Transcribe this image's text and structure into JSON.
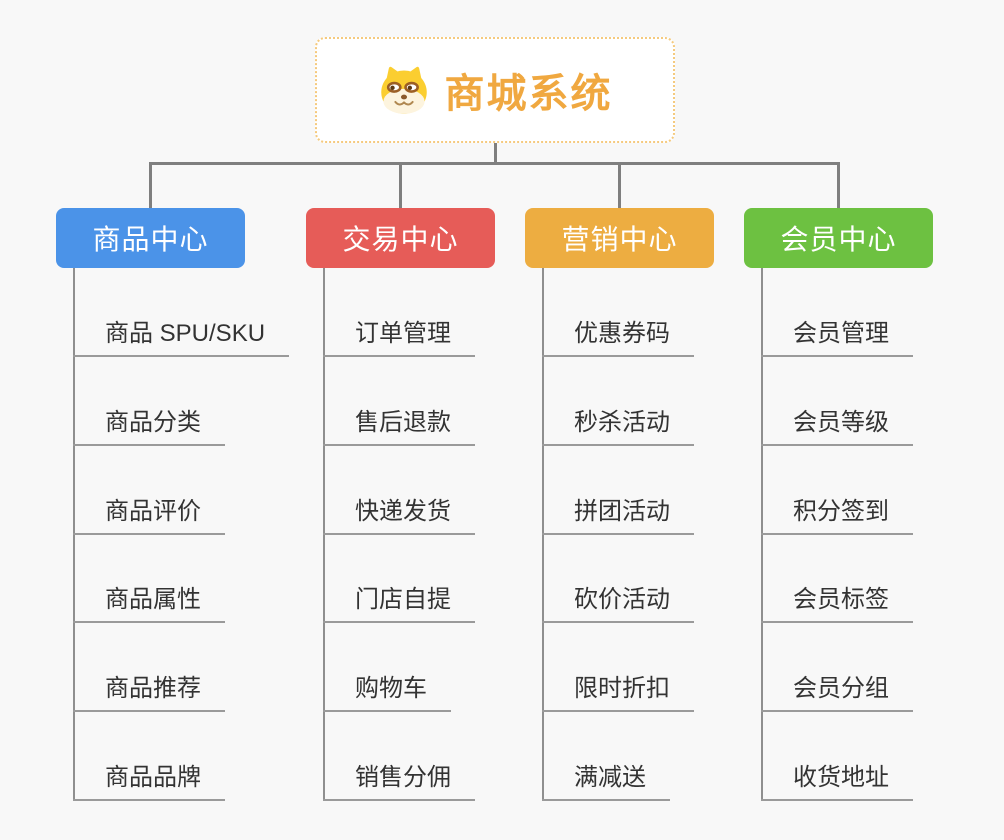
{
  "root": {
    "title": "商城系统",
    "icon": "dog-face-icon"
  },
  "branches": [
    {
      "label": "商品中心",
      "color": "#4b93e8",
      "items": [
        "商品 SPU/SKU",
        "商品分类",
        "商品评价",
        "商品属性",
        "商品推荐",
        "商品品牌"
      ]
    },
    {
      "label": "交易中心",
      "color": "#e65c58",
      "items": [
        "订单管理",
        "售后退款",
        "快递发货",
        "门店自提",
        "购物车",
        "销售分佣"
      ]
    },
    {
      "label": "营销中心",
      "color": "#edad41",
      "items": [
        "优惠券码",
        "秒杀活动",
        "拼团活动",
        "砍价活动",
        "限时折扣",
        "满减送"
      ]
    },
    {
      "label": "会员中心",
      "color": "#6dc141",
      "items": [
        "会员管理",
        "会员等级",
        "积分签到",
        "会员标签",
        "会员分组",
        "收货地址"
      ]
    }
  ],
  "colors": {
    "background": "#f8f8f8",
    "connector": "#7f7f7f",
    "leaf_underline": "#9a9a9a",
    "root_text": "#f0a840",
    "root_border": "#f5ca7e",
    "leaf_text": "#333333"
  }
}
